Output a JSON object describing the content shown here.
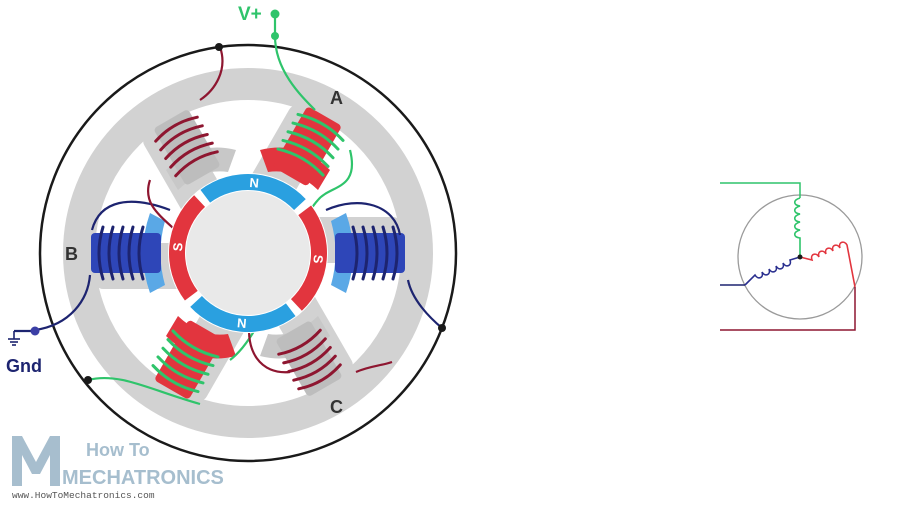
{
  "labels": {
    "vplus": "V+",
    "gnd": "Gnd",
    "coil_a": "A",
    "coil_b": "B",
    "coil_c": "C"
  },
  "rotor": {
    "poles": [
      "N",
      "S",
      "N",
      "S"
    ]
  },
  "logo": {
    "line1": "How To",
    "line2": "MECHATRONICS",
    "url": "www.HowToMechatronics.com"
  },
  "colors": {
    "phase_a": "#2fc46b",
    "phase_b": "#2a2f8f",
    "phase_c": "#8e1630",
    "pole_n": "#2aa0e0",
    "pole_s": "#e2353e",
    "stator": "#d2d2d2"
  }
}
